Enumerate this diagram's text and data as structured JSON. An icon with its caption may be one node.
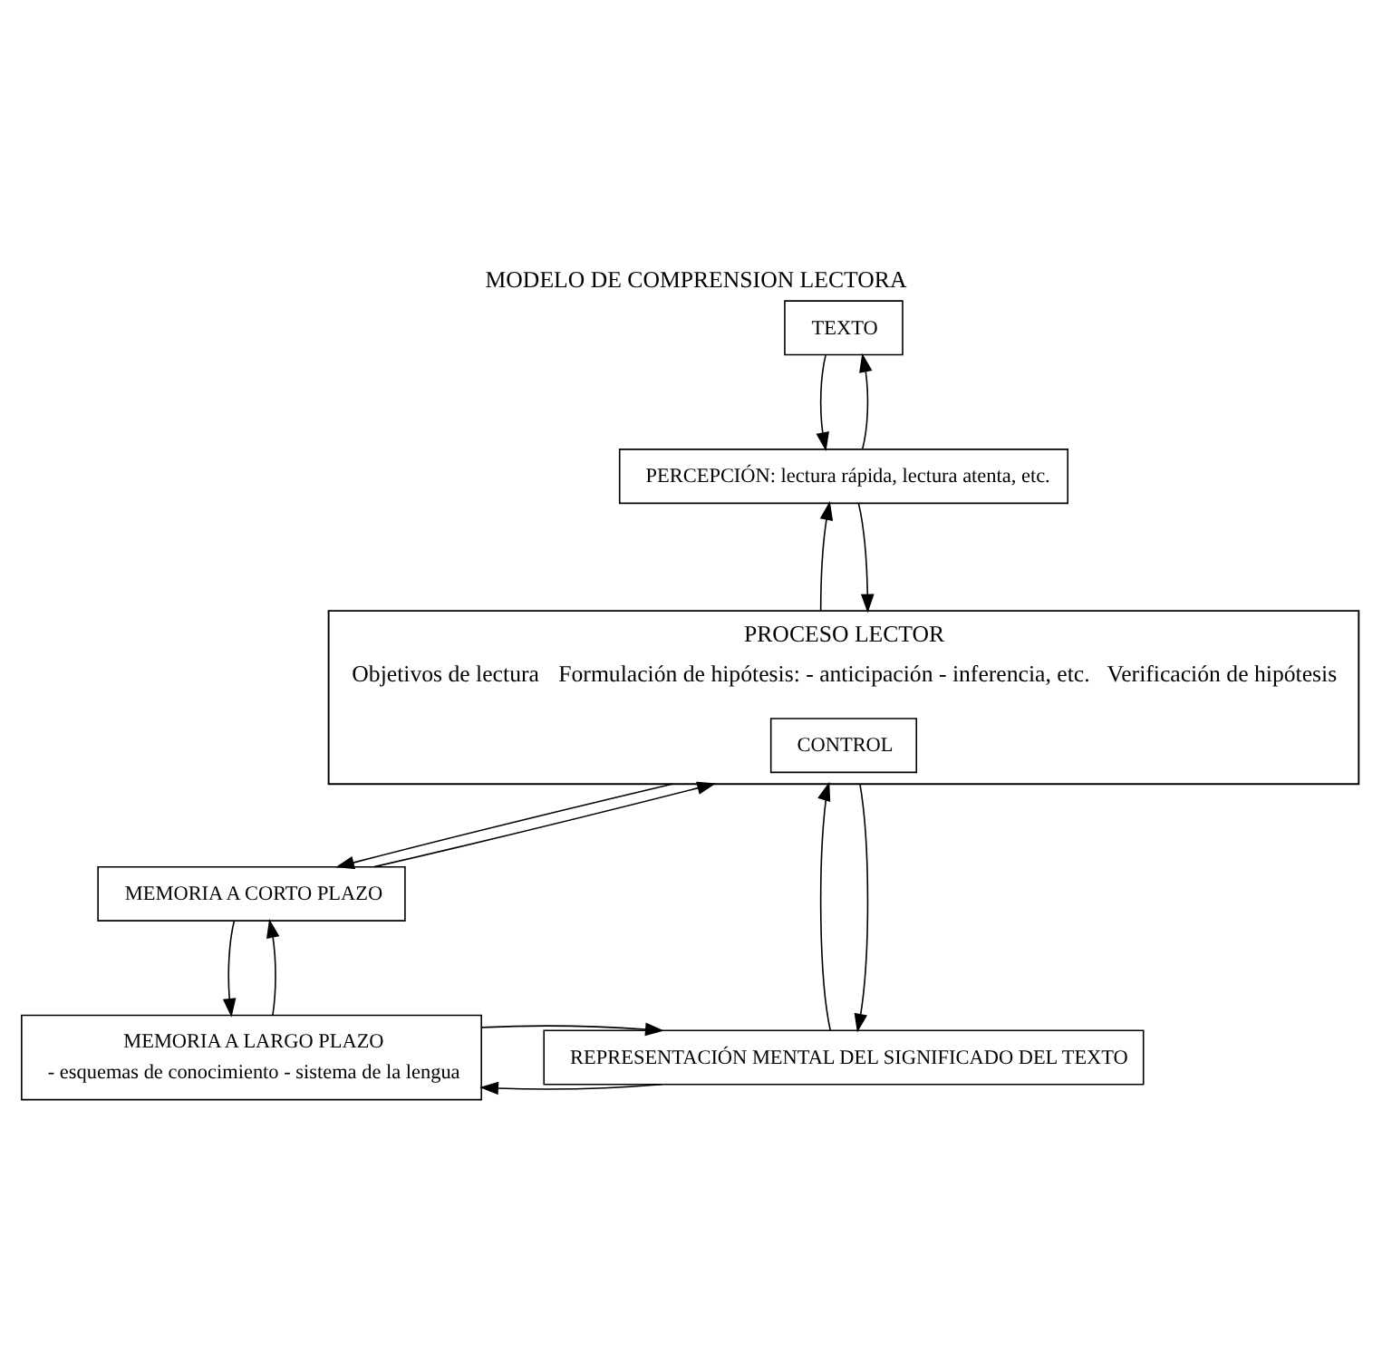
{
  "diagram": {
    "title": "MODELO DE COMPRENSION LECTORA",
    "nodes": [
      {
        "text": [
          "TEXTO"
        ]
      },
      {
        "text": [
          "PERCEPCIÓN: lectura rápida, lectura atenta, etc."
        ]
      },
      {
        "text": [
          "PROCESO LECTOR",
          "Objetivos de lectura",
          "Formulación de hipótesis: - anticipación - inferencia, etc.",
          "Verificación de hipótesis"
        ]
      },
      {
        "text": [
          "CONTROL"
        ],
        "in": 2
      },
      {
        "text": [
          "MEMORIA A CORTO PLAZO"
        ]
      },
      {
        "text": [
          "MEMORIA A LARGO PLAZO",
          "- esquemas de conocimiento - sistema de la lengua"
        ]
      },
      {
        "text": [
          "REPRESENTACIÓN MENTAL DEL SIGNIFICADO DEL TEXTO"
        ]
      }
    ],
    "edges": [
      {
        "from": 1,
        "to": 0,
        "arrow": "to"
      },
      {
        "from": 0,
        "to": 1,
        "arrow": "to"
      },
      {
        "from": 2,
        "to": 1,
        "arrow": "to"
      },
      {
        "from": 1,
        "to": 2,
        "arrow": "to"
      },
      {
        "from": 2,
        "to": 4,
        "arrow": "to"
      },
      {
        "from": 4,
        "to": 2,
        "arrow": "to"
      },
      {
        "from": 5,
        "to": 4,
        "arrow": "to"
      },
      {
        "from": 4,
        "to": 5,
        "arrow": "to"
      },
      {
        "from": 6,
        "to": 2,
        "arrow": "to"
      },
      {
        "from": 2,
        "to": 6,
        "arrow": "to"
      },
      {
        "from": 6,
        "to": 5,
        "arrow": "to"
      },
      {
        "from": 5,
        "to": 6,
        "arrow": "to"
      }
    ]
  }
}
